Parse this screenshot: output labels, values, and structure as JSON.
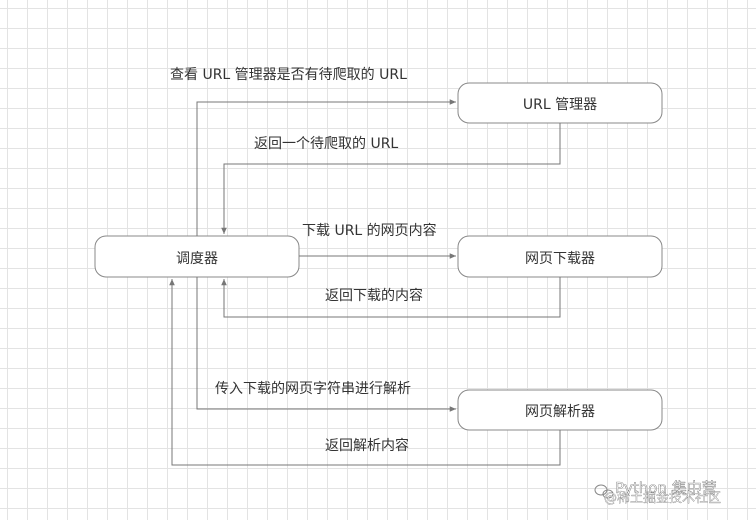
{
  "nodes": {
    "scheduler": "调度器",
    "url_manager": "URL 管理器",
    "downloader": "网页下载器",
    "parser": "网页解析器"
  },
  "edges": {
    "check_url": "查看 URL 管理器是否有待爬取的 URL",
    "return_url": "返回一个待爬取的 URL",
    "download_url": "下载 URL 的网页内容",
    "return_content": "返回下载的内容",
    "pass_string": "传入下载的网页字符串进行解析",
    "return_parsed": "返回解析内容"
  },
  "watermark": {
    "title": "Python 集中营",
    "source": "@稀土掘金技术社区"
  },
  "colors": {
    "node_border": "#888888",
    "line": "#777777",
    "text": "#333333"
  }
}
